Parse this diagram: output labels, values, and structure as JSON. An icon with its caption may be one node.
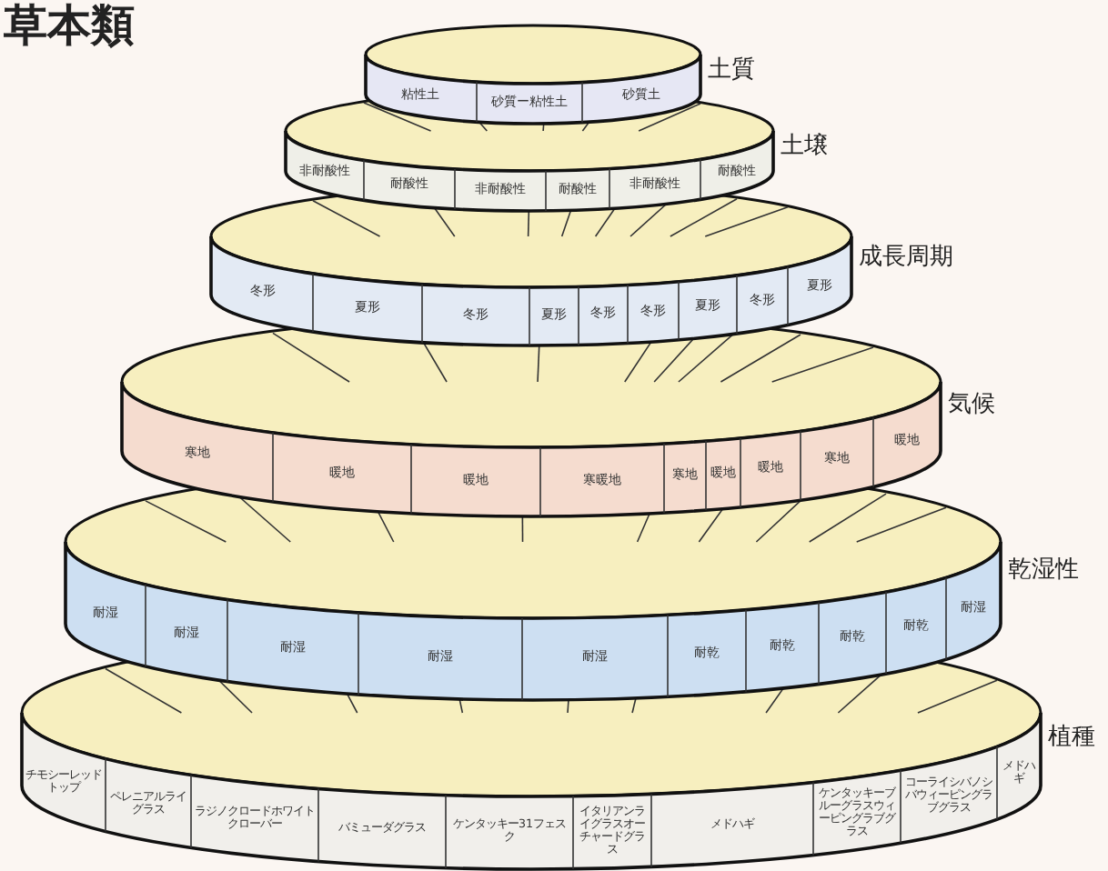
{
  "diagram": {
    "title": "草本類",
    "nodes": [
      {
        "text": [
          "粘性土"
        ]
      },
      {
        "text": [
          "砂質ー粘性土"
        ]
      },
      {
        "text": [
          "砂質土"
        ]
      },
      {
        "text": [
          "非耐酸性"
        ]
      },
      {
        "text": [
          "耐酸性"
        ]
      },
      {
        "text": [
          "非耐酸性"
        ]
      },
      {
        "text": [
          "耐酸性"
        ]
      },
      {
        "text": [
          "非耐酸性"
        ]
      },
      {
        "text": [
          "耐酸性"
        ]
      },
      {
        "text": [
          "冬形"
        ]
      },
      {
        "text": [
          "夏形"
        ]
      },
      {
        "text": [
          "冬形"
        ]
      },
      {
        "text": [
          "夏形"
        ]
      },
      {
        "text": [
          "冬形"
        ]
      },
      {
        "text": [
          "冬形"
        ]
      },
      {
        "text": [
          "夏形"
        ]
      },
      {
        "text": [
          "冬形"
        ]
      },
      {
        "text": [
          "夏形"
        ]
      },
      {
        "text": [
          "寒地"
        ]
      },
      {
        "text": [
          "暖地"
        ]
      },
      {
        "text": [
          "暖地"
        ]
      },
      {
        "text": [
          "寒暖地"
        ]
      },
      {
        "text": [
          "寒地"
        ]
      },
      {
        "text": [
          "暖地"
        ]
      },
      {
        "text": [
          "暖地"
        ]
      },
      {
        "text": [
          "寒地"
        ]
      },
      {
        "text": [
          "暖地"
        ]
      },
      {
        "text": [
          "耐湿"
        ]
      },
      {
        "text": [
          "耐湿"
        ]
      },
      {
        "text": [
          "耐湿"
        ]
      },
      {
        "text": [
          "耐湿"
        ]
      },
      {
        "text": [
          "耐湿"
        ]
      },
      {
        "text": [
          "耐乾"
        ]
      },
      {
        "text": [
          "耐乾"
        ]
      },
      {
        "text": [
          "耐乾"
        ]
      },
      {
        "text": [
          "耐乾"
        ]
      },
      {
        "text": [
          "耐湿"
        ]
      },
      {
        "text": [
          "チモシーレッドトップ"
        ]
      },
      {
        "text": [
          "ペレニアルライグラス"
        ]
      },
      {
        "text": [
          "ラジノクロードホワイトクローバー"
        ]
      },
      {
        "text": [
          "バミューダグラス"
        ]
      },
      {
        "text": [
          "ケンタッキー31フェスク"
        ]
      },
      {
        "text": [
          "イタリアンライグラスオーチャードグラス"
        ]
      },
      {
        "text": [
          "メドハギ"
        ]
      },
      {
        "text": [
          "ケンタッキーブルーグラスウィーピングラブグラス"
        ]
      },
      {
        "text": [
          "コーライシバノシバウィーピングラブグラス"
        ]
      },
      {
        "text": [
          "メドハギ"
        ]
      }
    ],
    "labels": [
      "土質",
      "土壌",
      "成長周期",
      "気候",
      "乾湿性",
      "植種"
    ]
  }
}
